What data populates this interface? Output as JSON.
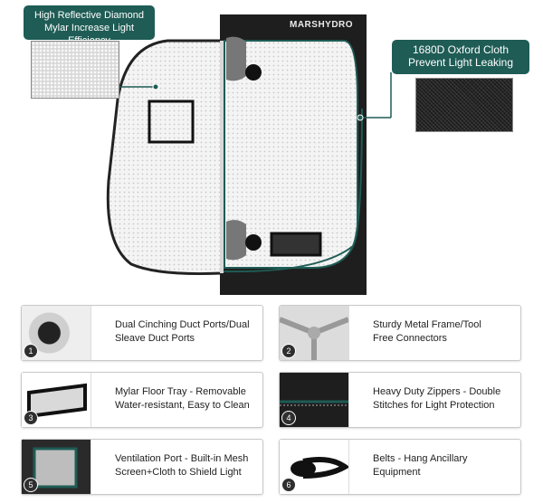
{
  "callouts": {
    "mylar": [
      "High Reflective Diamond",
      "Mylar Increase Light Efficiency"
    ],
    "oxford": [
      "1680D Oxford Cloth",
      "Prevent Light Leaking"
    ]
  },
  "brand": "MARSHYDRO",
  "colors": {
    "teal": "#1e5c55",
    "frame": "#222222"
  },
  "features": [
    {
      "number": "1",
      "lines": [
        "Dual Cinching Duct Ports/Dual",
        "Sleave Duct Ports"
      ]
    },
    {
      "number": "2",
      "lines": [
        "Sturdy Metal Frame/Tool",
        "Free Connectors"
      ]
    },
    {
      "number": "3",
      "lines": [
        "Mylar Floor Tray - Removable",
        "Water-resistant, Easy to Clean"
      ]
    },
    {
      "number": "4",
      "lines": [
        "Heavy Duty Zippers - Double",
        "Stitches for Light Protection"
      ]
    },
    {
      "number": "5",
      "lines": [
        "Ventilation Port - Built-in Mesh",
        "Screen+Cloth to Shield Light"
      ]
    },
    {
      "number": "6",
      "lines": [
        "Belts - Hang Ancillary",
        "Equipment"
      ]
    }
  ]
}
